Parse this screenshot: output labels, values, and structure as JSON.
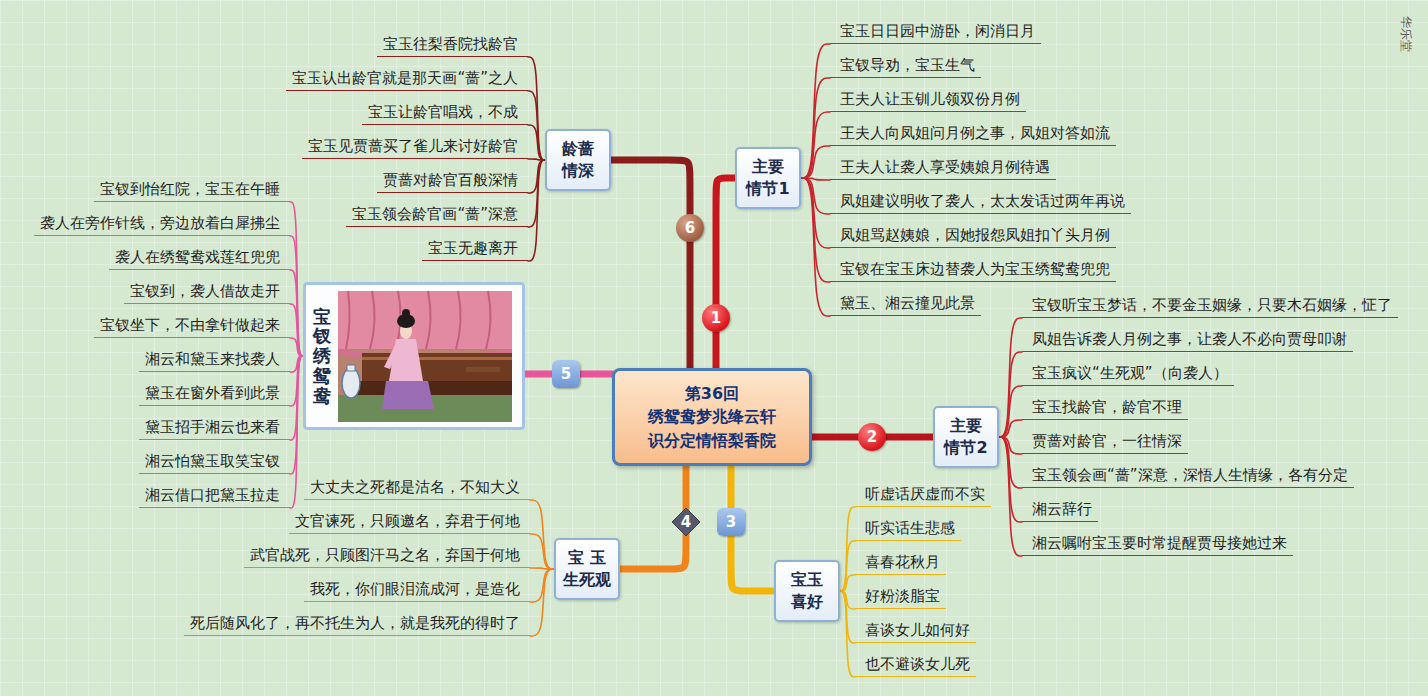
{
  "diagram": {
    "nodes": [
      {
        "text": [
          "第36回 绣鸳鸯梦兆绛云轩 识分定情悟梨香院"
        ]
      },
      {
        "text": [
          "主要 情节1"
        ]
      },
      {
        "text": [
          "宝玉日日园中游卧，闲消日月"
        ]
      },
      {
        "text": [
          "宝钗导劝，宝玉生气"
        ]
      },
      {
        "text": [
          "王夫人让玉钏儿领双份月例"
        ]
      },
      {
        "text": [
          "王夫人向凤姐问月例之事，凤姐对答如流"
        ]
      },
      {
        "text": [
          "王夫人让袭人享受姨娘月例待遇"
        ]
      },
      {
        "text": [
          "凤姐建议明收了袭人，太太发话过两年再说"
        ]
      },
      {
        "text": [
          "凤姐骂赵姨娘，因她报怨凤姐扣丫头月例"
        ]
      },
      {
        "text": [
          "宝钗在宝玉床边替袭人为宝玉绣鸳鸯兜兜"
        ]
      },
      {
        "text": [
          "黛玉、湘云撞见此景"
        ]
      },
      {
        "text": [
          "主要 情节2"
        ]
      },
      {
        "text": [
          "宝钗听宝玉梦话，不要金玉姻缘，只要木石姻缘，怔了"
        ]
      },
      {
        "text": [
          "凤姐告诉袭人月例之事，让袭人不必向贾母叩谢"
        ]
      },
      {
        "text": [
          "宝玉疯议“生死观”（向袭人）"
        ]
      },
      {
        "text": [
          "宝玉找龄官，龄官不理"
        ]
      },
      {
        "text": [
          "贾蔷对龄官，一往情深"
        ]
      },
      {
        "text": [
          "宝玉领会画“蔷”深意，深悟人生情缘，各有分定"
        ]
      },
      {
        "text": [
          "湘云辞行"
        ]
      },
      {
        "text": [
          "湘云嘱咐宝玉要时常提醒贾母接她过来"
        ]
      },
      {
        "text": [
          "宝玉 喜好"
        ]
      },
      {
        "text": [
          "听虚话厌虚而不实"
        ]
      },
      {
        "text": [
          "听实话生悲感"
        ]
      },
      {
        "text": [
          "喜春花秋月"
        ]
      },
      {
        "text": [
          "好粉淡脂宝"
        ]
      },
      {
        "text": [
          "喜谈女儿如何好"
        ]
      },
      {
        "text": [
          "也不避谈女儿死"
        ]
      },
      {
        "text": [
          "宝 玉 生死观"
        ]
      },
      {
        "text": [
          "大丈夫之死都是沽名，不知大义"
        ]
      },
      {
        "text": [
          "文官谏死，只顾邀名，弃君于何地"
        ]
      },
      {
        "text": [
          "武官战死，只顾图汗马之名，弃国于何地"
        ]
      },
      {
        "text": [
          "我死，你们眼泪流成河，是造化"
        ]
      },
      {
        "text": [
          "死后随风化了，再不托生为人，就是我死的得时了"
        ]
      },
      {
        "text": [
          "宝钗绣鸳鸯"
        ]
      },
      {
        "text": [
          "宝钗到怡红院，宝玉在午睡"
        ]
      },
      {
        "text": [
          "袭人在旁作针线，旁边放着白犀拂尘"
        ]
      },
      {
        "text": [
          "袭人在绣鸳鸯戏莲红兜兜"
        ]
      },
      {
        "text": [
          "宝钗到，袭人借故走开"
        ]
      },
      {
        "text": [
          "宝钗坐下，不由拿针做起来"
        ]
      },
      {
        "text": [
          "湘云和黛玉来找袭人"
        ]
      },
      {
        "text": [
          "黛玉在窗外看到此景"
        ]
      },
      {
        "text": [
          "黛玉招手湘云也来看"
        ]
      },
      {
        "text": [
          "湘云怕黛玉取笑宝钗"
        ]
      },
      {
        "text": [
          "湘云借口把黛玉拉走"
        ]
      },
      {
        "text": [
          "龄蔷 情深"
        ]
      },
      {
        "text": [
          "宝玉往梨香院找龄官"
        ]
      },
      {
        "text": [
          "宝玉认出龄官就是那天画“蔷”之人"
        ]
      },
      {
        "text": [
          "宝玉让龄官唱戏，不成"
        ]
      },
      {
        "text": [
          "宝玉见贾蔷买了雀儿来讨好龄官"
        ]
      },
      {
        "text": [
          "贾蔷对龄官百般深情"
        ]
      },
      {
        "text": [
          "宝玉领会龄官画“蔷”深意"
        ]
      },
      {
        "text": [
          "宝玉无趣离开"
        ]
      }
    ],
    "edges": [
      {
        "from": 0,
        "to": 1,
        "arrow": "none",
        "label": "1"
      },
      {
        "from": 0,
        "to": 11,
        "arrow": "none",
        "label": "2"
      },
      {
        "from": 0,
        "to": 20,
        "arrow": "none",
        "label": "3"
      },
      {
        "from": 0,
        "to": 27,
        "arrow": "none",
        "label": "4"
      },
      {
        "from": 0,
        "to": 33,
        "arrow": "none",
        "label": "5"
      },
      {
        "from": 0,
        "to": 44,
        "arrow": "none",
        "label": "6"
      },
      {
        "from": 1,
        "to": 2,
        "arrow": "none"
      },
      {
        "from": 1,
        "to": 3,
        "arrow": "none"
      },
      {
        "from": 1,
        "to": 4,
        "arrow": "none"
      },
      {
        "from": 1,
        "to": 5,
        "arrow": "none"
      },
      {
        "from": 1,
        "to": 6,
        "arrow": "none"
      },
      {
        "from": 1,
        "to": 7,
        "arrow": "none"
      },
      {
        "from": 1,
        "to": 8,
        "arrow": "none"
      },
      {
        "from": 1,
        "to": 9,
        "arrow": "none"
      },
      {
        "from": 1,
        "to": 10,
        "arrow": "none"
      },
      {
        "from": 11,
        "to": 12,
        "arrow": "none"
      },
      {
        "from": 11,
        "to": 13,
        "arrow": "none"
      },
      {
        "from": 11,
        "to": 14,
        "arrow": "none"
      },
      {
        "from": 11,
        "to": 15,
        "arrow": "none"
      },
      {
        "from": 11,
        "to": 16,
        "arrow": "none"
      },
      {
        "from": 11,
        "to": 17,
        "arrow": "none"
      },
      {
        "from": 11,
        "to": 18,
        "arrow": "none"
      },
      {
        "from": 11,
        "to": 19,
        "arrow": "none"
      },
      {
        "from": 20,
        "to": 21,
        "arrow": "none"
      },
      {
        "from": 20,
        "to": 22,
        "arrow": "none"
      },
      {
        "from": 20,
        "to": 23,
        "arrow": "none"
      },
      {
        "from": 20,
        "to": 24,
        "arrow": "none"
      },
      {
        "from": 20,
        "to": 25,
        "arrow": "none"
      },
      {
        "from": 20,
        "to": 26,
        "arrow": "none"
      },
      {
        "from": 27,
        "to": 28,
        "arrow": "none"
      },
      {
        "from": 27,
        "to": 29,
        "arrow": "none"
      },
      {
        "from": 27,
        "to": 30,
        "arrow": "none"
      },
      {
        "from": 27,
        "to": 31,
        "arrow": "none"
      },
      {
        "from": 27,
        "to": 32,
        "arrow": "none"
      },
      {
        "from": 33,
        "to": 34,
        "arrow": "none"
      },
      {
        "from": 33,
        "to": 35,
        "arrow": "none"
      },
      {
        "from": 33,
        "to": 36,
        "arrow": "none"
      },
      {
        "from": 33,
        "to": 37,
        "arrow": "none"
      },
      {
        "from": 33,
        "to": 38,
        "arrow": "none"
      },
      {
        "from": 33,
        "to": 39,
        "arrow": "none"
      },
      {
        "from": 33,
        "to": 40,
        "arrow": "none"
      },
      {
        "from": 33,
        "to": 41,
        "arrow": "none"
      },
      {
        "from": 33,
        "to": 42,
        "arrow": "none"
      },
      {
        "from": 33,
        "to": 43,
        "arrow": "none"
      },
      {
        "from": 44,
        "to": 45,
        "arrow": "none"
      },
      {
        "from": 44,
        "to": 46,
        "arrow": "none"
      },
      {
        "from": 44,
        "to": 47,
        "arrow": "none"
      },
      {
        "from": 44,
        "to": 48,
        "arrow": "none"
      },
      {
        "from": 44,
        "to": 49,
        "arrow": "none"
      },
      {
        "from": 44,
        "to": 50,
        "arrow": "none"
      },
      {
        "from": 44,
        "to": 51,
        "arrow": "none"
      }
    ],
    "labels": [
      "华乐堂"
    ]
  }
}
